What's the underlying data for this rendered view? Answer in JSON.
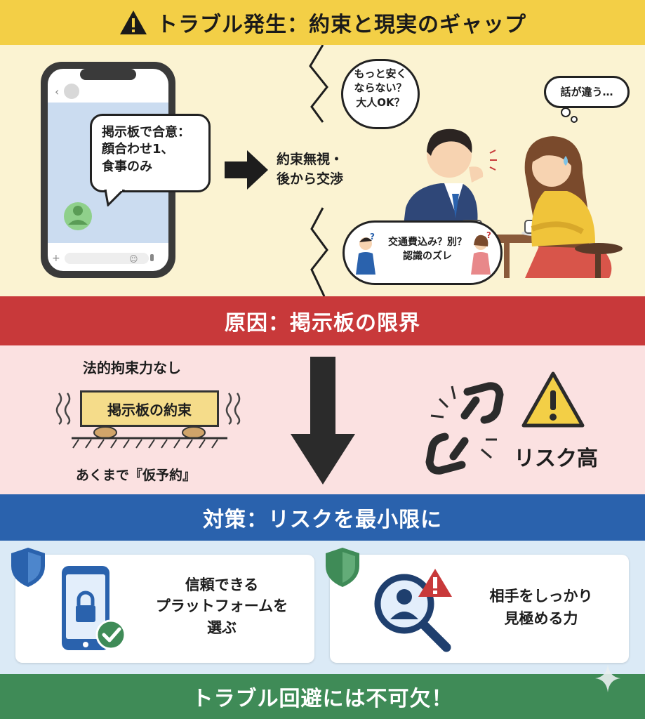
{
  "section1": {
    "title": "トラブル発生：約束と現実のギャップ",
    "chat_message": "掲示板で合意：\n顔合わせ1、\n食事のみ",
    "arrow_label": "約束無視・\n後から交渉",
    "man_speech": "もっと安く\nならない？\n大人OK？",
    "woman_speech": "話が違う…",
    "gap_bubble": "交通費込み？別？\n認識のズレ"
  },
  "section2": {
    "title": "原因：掲示板の限界",
    "top_label": "法的拘束力なし",
    "sign_label": "掲示板の約束",
    "bottom_label": "あくまで『仮予約』",
    "risk_label": "リスク高"
  },
  "section3": {
    "title": "対策：リスクを最小限に",
    "card1_text": "信頼できる\nプラットフォームを\n選ぶ",
    "card2_text": "相手をしっかり\n見極める力"
  },
  "footer": {
    "text": "トラブル回避には不可欠！"
  },
  "colors": {
    "yellow": "#f3cf46",
    "red": "#c8393a",
    "blue": "#2a62ad",
    "green": "#3f8b57"
  }
}
